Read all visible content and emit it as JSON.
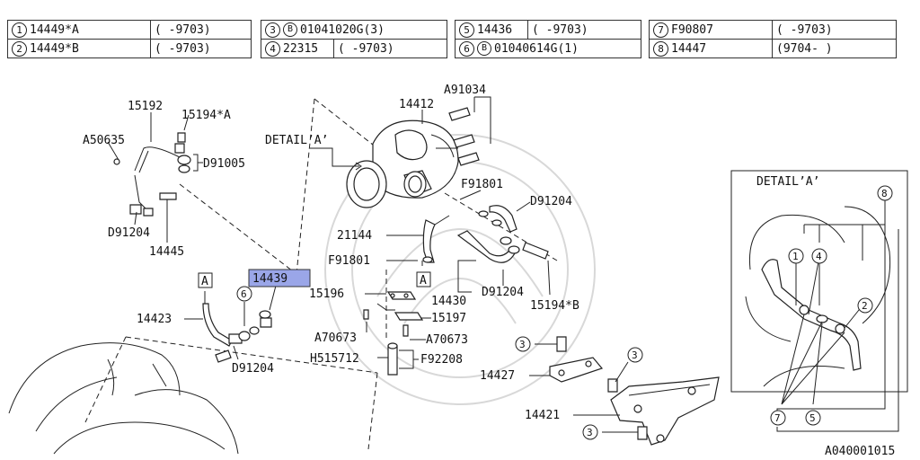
{
  "legend": [
    {
      "rows": [
        {
          "num": "1",
          "part": "14449*A",
          "range": "(      -9703)"
        },
        {
          "num": "2",
          "part": "14449*B",
          "range": "(      -9703)"
        }
      ]
    },
    {
      "rows": [
        {
          "num": "3",
          "mark": "B",
          "part": "01041020G(3)",
          "range": ""
        },
        {
          "num": "4",
          "part": "22315",
          "range": "(      -9703)"
        }
      ]
    },
    {
      "rows": [
        {
          "num": "5",
          "part": "14436",
          "range": "(      -9703)"
        },
        {
          "num": "6",
          "mark": "B",
          "part": "01040614G(1)",
          "range": ""
        }
      ]
    },
    {
      "rows": [
        {
          "num": "7",
          "part": "F90807",
          "range": "(      -9703)"
        },
        {
          "num": "8",
          "part": "14447",
          "range": "(9704-      )"
        }
      ]
    }
  ],
  "labels": {
    "p15192": "15192",
    "p15194a": "15194*A",
    "a50635": "A50635",
    "d91005": "D91005",
    "d91204_left": "D91204",
    "p14445": "14445",
    "detail_ref": "DETAIL’A’",
    "p14412": "14412",
    "a91034": "A91034",
    "f91801_top": "F91801",
    "d91204_mid": "D91204",
    "p21144": "21144",
    "f91801_bot": "F91801",
    "box_a_mid": "A",
    "p14430": "14430",
    "d91204_right": "D91204",
    "p15194b": "15194*B",
    "p15196": "15196",
    "p15197": "15197",
    "a70673_left": "A70673",
    "a70673_right": "A70673",
    "h515712": "H515712",
    "f92208": "F92208",
    "box_a_left": "A",
    "p14439": "14439",
    "callout_6": "6",
    "p14423": "14423",
    "d91204_low": "D91204",
    "callout_3a": "3",
    "callout_3b": "3",
    "callout_3c": "3",
    "p14427": "14427",
    "p14421": "14421",
    "detail_title": "DETAIL’A’",
    "detail_1": "1",
    "detail_2": "2",
    "detail_4": "4",
    "detail_5": "5",
    "detail_7": "7",
    "detail_8": "8",
    "figure_id": "A040001015"
  },
  "colors": {
    "highlight": "#9aa6e8",
    "line": "#222222"
  }
}
